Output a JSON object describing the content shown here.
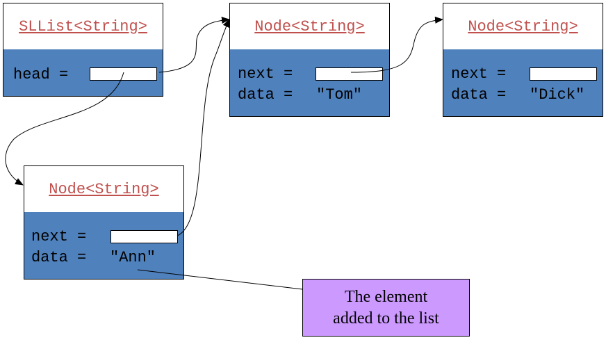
{
  "sllist": {
    "title": "SLList<String>",
    "head_label": "head ="
  },
  "nodes": [
    {
      "title": "Node<String>",
      "next_label": "next =",
      "data_label": "data =",
      "data_value": "\"Tom\""
    },
    {
      "title": "Node<String>",
      "next_label": "next =",
      "data_label": "data =",
      "data_value": "\"Dick\""
    },
    {
      "title": "Node<String>",
      "next_label": "next =",
      "data_label": "data =",
      "data_value": "\"Ann\""
    }
  ],
  "callout": {
    "line1": "The element",
    "line2": "added to the list"
  },
  "colors": {
    "field_fill": "#4f81bd",
    "header_text": "#c0504d",
    "callout_fill": "#cc99ff"
  }
}
